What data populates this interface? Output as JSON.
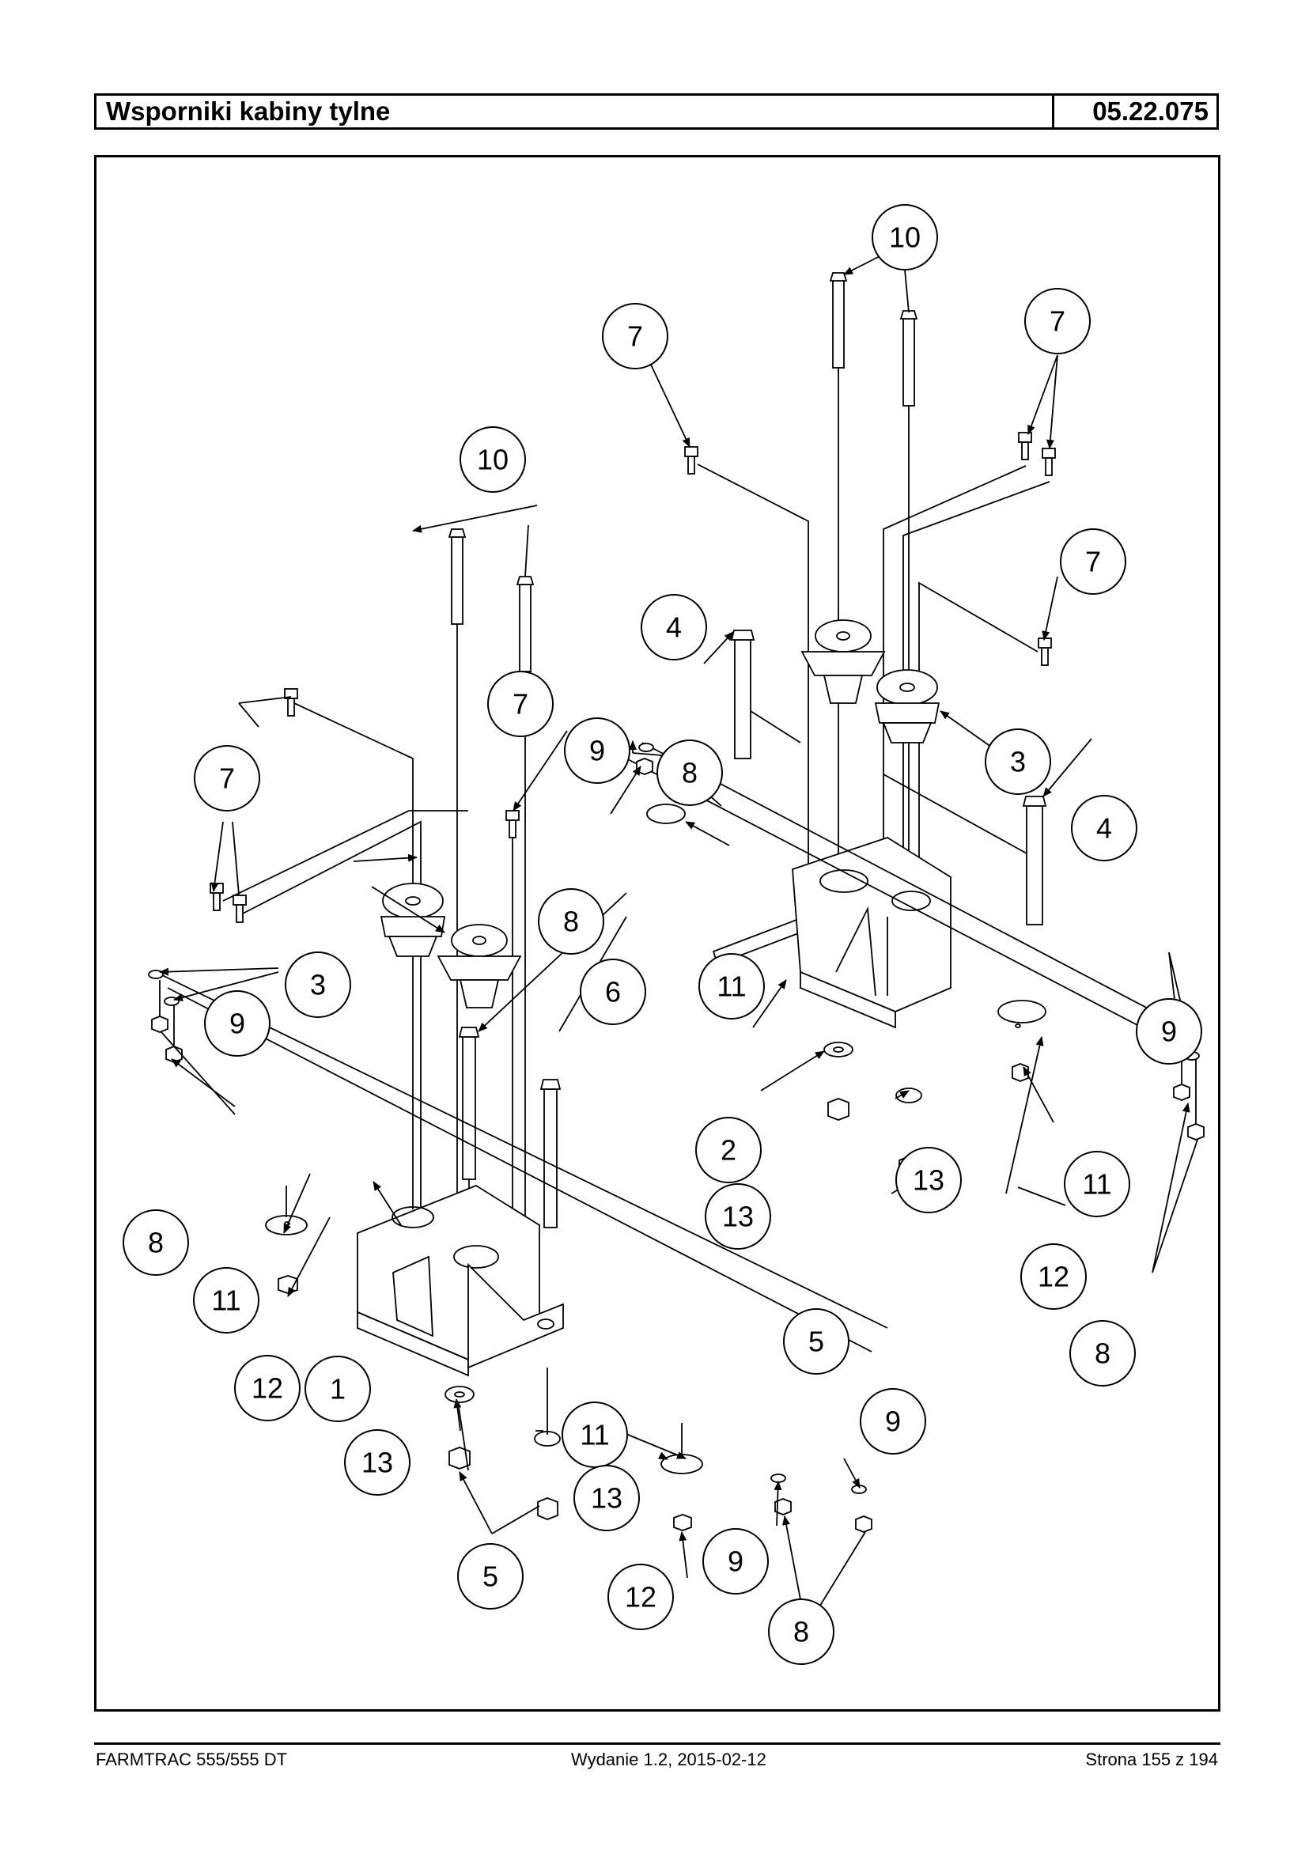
{
  "header": {
    "title": "Wsporniki kabiny tylne",
    "code": "05.22.075"
  },
  "footer": {
    "model": "FARMTRAC 555/555 DT",
    "edition": "Wydanie 1.2,  2015-02-12",
    "page": "Strona 155 z 194"
  },
  "callouts": [
    {
      "id": "c10a",
      "label": "10"
    },
    {
      "id": "c7a",
      "label": "7"
    },
    {
      "id": "c7b",
      "label": "7"
    },
    {
      "id": "c10b",
      "label": "10"
    },
    {
      "id": "c7c",
      "label": "7"
    },
    {
      "id": "c4a",
      "label": "4"
    },
    {
      "id": "c7d",
      "label": "7"
    },
    {
      "id": "c9a",
      "label": "9"
    },
    {
      "id": "c8a",
      "label": "8"
    },
    {
      "id": "c3a",
      "label": "3"
    },
    {
      "id": "c7e",
      "label": "7"
    },
    {
      "id": "c4b",
      "label": "4"
    },
    {
      "id": "c8b",
      "label": "8"
    },
    {
      "id": "c11a",
      "label": "11"
    },
    {
      "id": "c3b",
      "label": "3"
    },
    {
      "id": "c6",
      "label": "6"
    },
    {
      "id": "c9b",
      "label": "9"
    },
    {
      "id": "c9c",
      "label": "9"
    },
    {
      "id": "c2",
      "label": "2"
    },
    {
      "id": "c13a",
      "label": "13"
    },
    {
      "id": "c13b",
      "label": "13"
    },
    {
      "id": "c11b",
      "label": "11"
    },
    {
      "id": "c8c",
      "label": "8"
    },
    {
      "id": "c12a",
      "label": "12"
    },
    {
      "id": "c11c",
      "label": "11"
    },
    {
      "id": "c5a",
      "label": "5"
    },
    {
      "id": "c8d",
      "label": "8"
    },
    {
      "id": "c12b",
      "label": "12"
    },
    {
      "id": "c1",
      "label": "1"
    },
    {
      "id": "c9d",
      "label": "9"
    },
    {
      "id": "c13c",
      "label": "13"
    },
    {
      "id": "c11d",
      "label": "11"
    },
    {
      "id": "c13d",
      "label": "13"
    },
    {
      "id": "c5b",
      "label": "5"
    },
    {
      "id": "c12c",
      "label": "12"
    },
    {
      "id": "c9e",
      "label": "9"
    },
    {
      "id": "c8e",
      "label": "8"
    }
  ]
}
